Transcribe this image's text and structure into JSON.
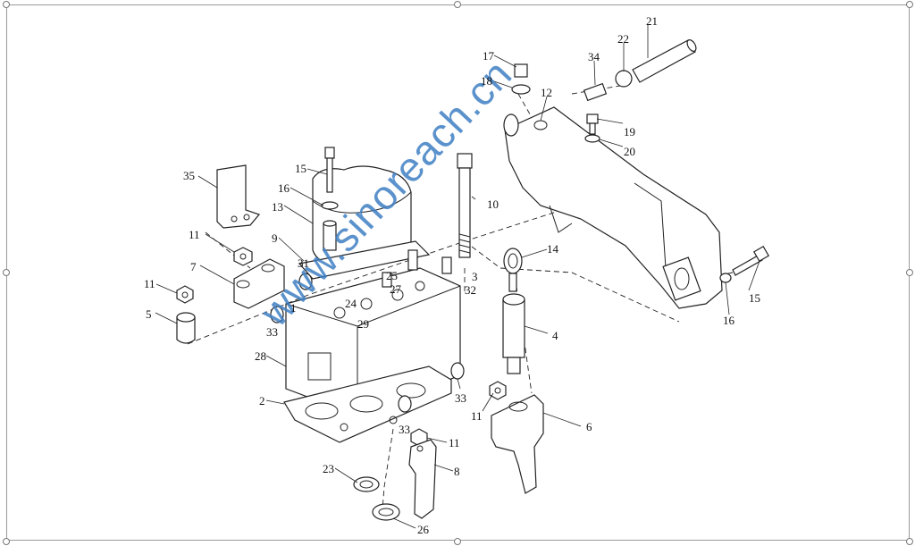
{
  "diagram": {
    "labels": {
      "l1": "1",
      "l2": "2",
      "l3": "3",
      "l4": "4",
      "l5": "5",
      "l6": "6",
      "l7": "7",
      "l8": "8",
      "l9": "9",
      "l10": "10",
      "l11a": "11",
      "l11b": "11",
      "l11c": "11",
      "l11d": "11",
      "l12": "12",
      "l13": "13",
      "l14": "14",
      "l15a": "15",
      "l15b": "15",
      "l16a": "16",
      "l16b": "16",
      "l17": "17",
      "l18": "18",
      "l19": "19",
      "l20": "20",
      "l21": "21",
      "l22": "22",
      "l23": "23",
      "l24": "24",
      "l25": "25",
      "l26": "26",
      "l27": "27",
      "l28": "28",
      "l29": "29",
      "l31": "31",
      "l32": "32",
      "l33a": "33",
      "l33b": "33",
      "l33c": "33",
      "l34": "34",
      "l35": "35"
    },
    "watermark": "www.sinoreach.cn"
  }
}
